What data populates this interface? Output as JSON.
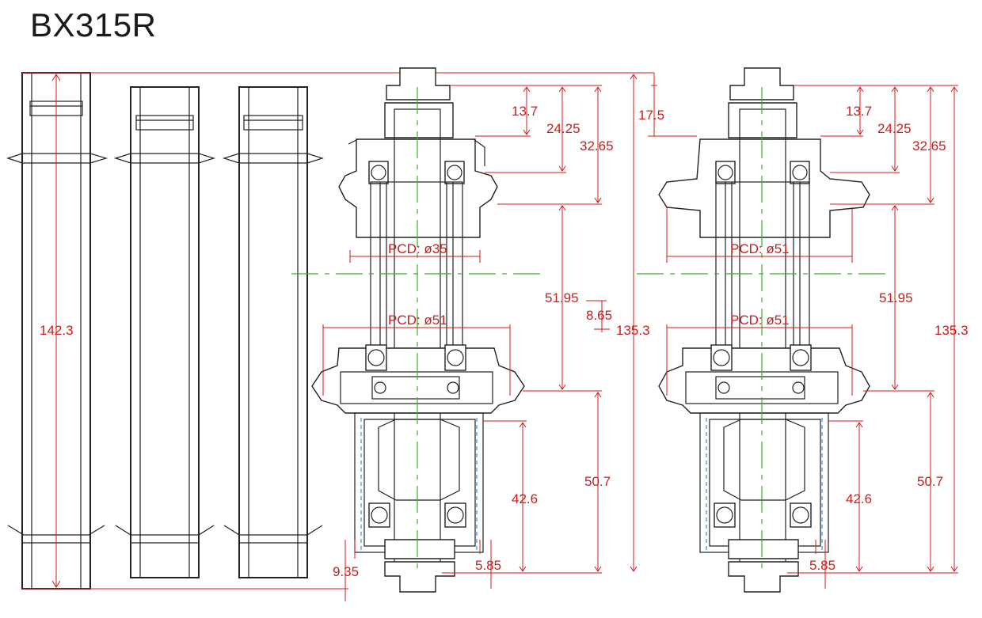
{
  "title": "BX315R",
  "dimensions": {
    "axle_length": "142.3",
    "over_locknut_total": "135.3",
    "offset_17_5": "17.5",
    "offset_8_65": "8.65",
    "offset_9_35": "9.35",
    "flange_offset_5_85": "5.85",
    "hub_a": {
      "d_13_7": "13.7",
      "d_24_25": "24.25",
      "d_32_65": "32.65",
      "d_51_95": "51.95",
      "d_50_7": "50.7",
      "d_42_6": "42.6",
      "d_135_3": "135.3",
      "pcd_top": "PCD: ø35",
      "pcd_bottom": "PCD: ø51"
    },
    "hub_b": {
      "d_13_7": "13.7",
      "d_24_25": "24.25",
      "d_32_65": "32.65",
      "d_51_95": "51.95",
      "d_50_7": "50.7",
      "d_42_6": "42.6",
      "d_135_3": "135.3",
      "pcd_top": "PCD: ø51",
      "pcd_bottom": "PCD: ø51"
    }
  },
  "colors": {
    "outline": "#222222",
    "dimension": "#d21a1a",
    "centerline": "#3fae2a",
    "hidden_line": "#3d8fd6"
  }
}
